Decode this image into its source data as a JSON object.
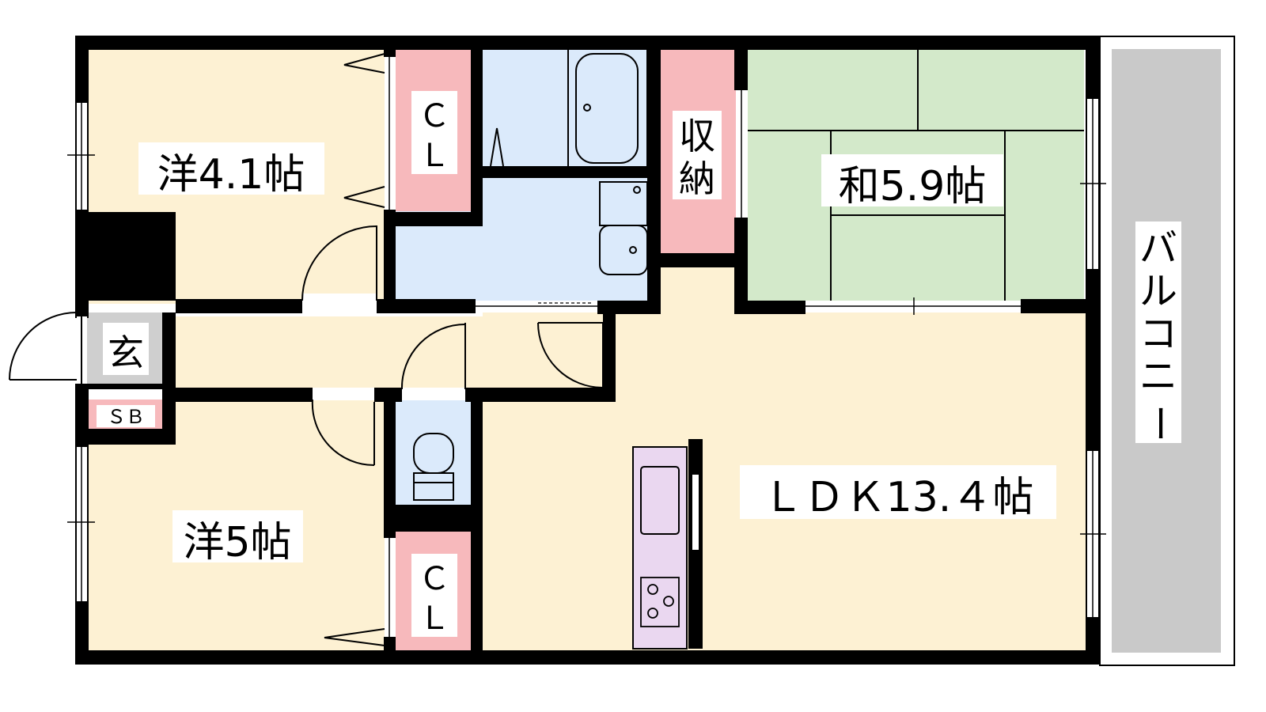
{
  "rooms": {
    "western_1": "洋4.1帖",
    "western_2": "洋5帖",
    "japanese": "和5.9帖",
    "ldk": "ＬＤＫ13.４帖",
    "entrance": "玄",
    "shoe_box": "ＳＢ",
    "closet_1": [
      "Ｃ",
      "Ｌ"
    ],
    "closet_2": [
      "Ｃ",
      "Ｌ"
    ],
    "storage": [
      "収",
      "納"
    ],
    "balcony": [
      "バ",
      "ル",
      "コ",
      "ニ",
      "ー"
    ]
  },
  "colors": {
    "wall": "#000000",
    "western_floor": "#fdf1d3",
    "japanese_floor": "#d3e9ca",
    "wet_area": "#dbeafb",
    "closet": "#f7b9bc",
    "entrance": "#cfcfcf",
    "kitchen": "#ead7f0",
    "balcony": "#c9c9c9"
  }
}
